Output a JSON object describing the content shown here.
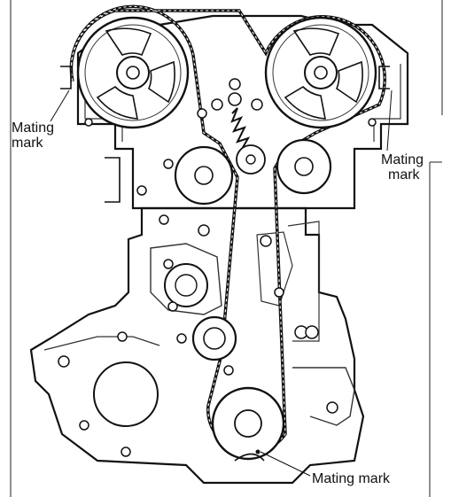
{
  "labels": {
    "left_mark_line1": "Mating",
    "left_mark_line2": "mark",
    "right_mark_line1": "Mating",
    "right_mark_line2": "mark",
    "bottom_mark": "Mating mark"
  }
}
